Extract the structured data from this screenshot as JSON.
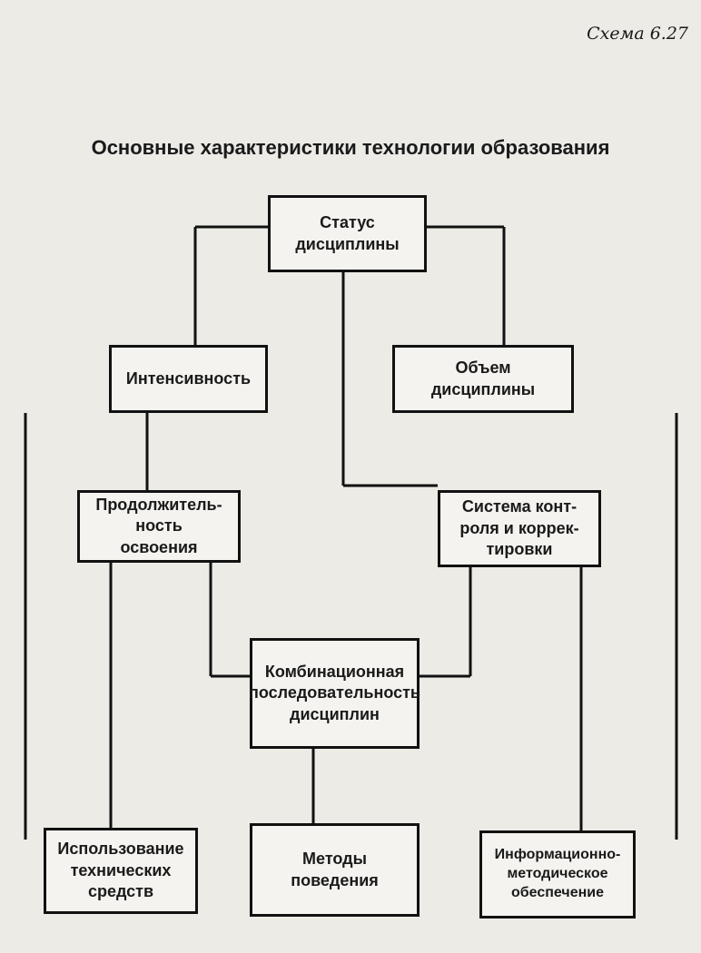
{
  "schema_label": "Схема 6.27",
  "title": "Основные характеристики технологии образования",
  "nodes": {
    "status": "Статус\nдисциплины",
    "intensity": "Интенсивность",
    "volume": "Объем\nдисциплины",
    "duration": "Продолжитель-\nность\nосвоения",
    "control": "Система конт-\nроля и коррек-\nтировки",
    "combination": "Комбинационная\nпоследовательность\nдисциплин",
    "technical": "Использование\nтехнических\nсредств",
    "methods": "Методы\nповедения",
    "info": "Информационно-\nметодическое\nобеспечение"
  }
}
